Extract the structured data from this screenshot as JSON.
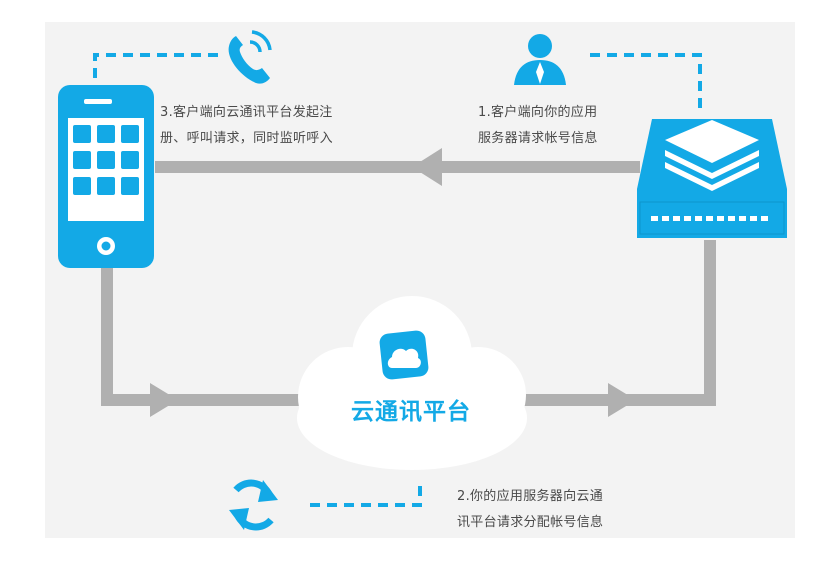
{
  "steps": {
    "step1": {
      "line1": "1.客户端向你的应用",
      "line2": "服务器请求帐号信息"
    },
    "step2": {
      "line1": "2.你的应用服务器向云通",
      "line2": "讯平台请求分配帐号信息"
    },
    "step3": {
      "line1": "3.客户端向云通讯平台发起注",
      "line2": "册、呼叫请求，同时监听呼入"
    }
  },
  "cloud": {
    "title": "云通讯平台",
    "icon": "cloud-logo-icon"
  },
  "icons": {
    "phone": "mobile-phone-icon",
    "call": "phone-call-icon",
    "user": "user-icon",
    "server": "server-icon",
    "refresh": "refresh-icon"
  },
  "colors": {
    "accent": "#13a9e6",
    "connector": "#b0b0b0",
    "background": "#f3f3f3",
    "text": "#4a4a4a"
  }
}
